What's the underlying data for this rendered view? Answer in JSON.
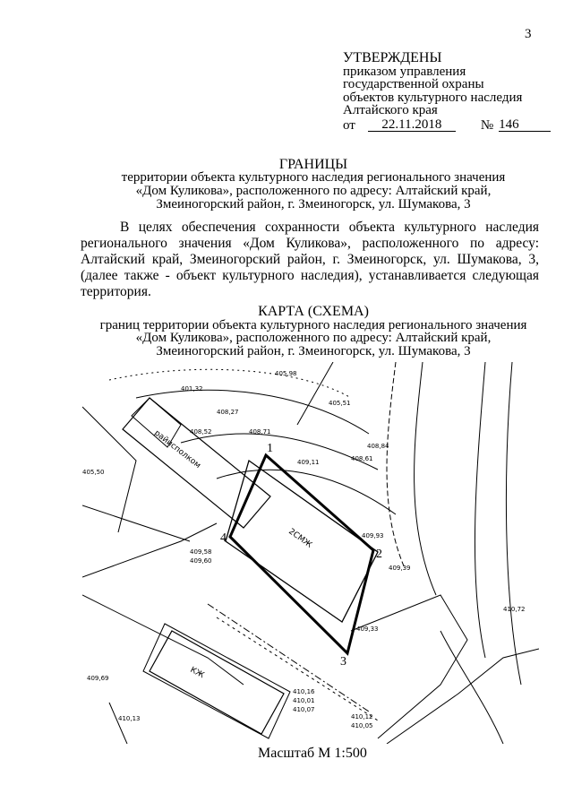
{
  "page_number": "3",
  "approval": {
    "heading": "УТВЕРЖДЕНЫ",
    "lines": [
      "приказом управления",
      "государственной охраны",
      "объектов культурного наследия",
      "Алтайского края"
    ],
    "date_prefix": "от",
    "date": "22.11.2018",
    "number_prefix": "№",
    "number": "146"
  },
  "title": {
    "heading": "ГРАНИЦЫ",
    "lines": [
      "территории объекта культурного наследия регионального значения",
      "«Дом Куликова», расположенного по адресу: Алтайский край,",
      "Змеиногорский район, г. Змеиногорск, ул. Шумакова, 3"
    ]
  },
  "paragraph": "В целях обеспечения сохранности объекта культурного наследия регионального значения «Дом Куликова», расположенного по адресу: Алтайский край, Змеиногорский район, г. Змеиногорск, ул. Шумакова, 3, (далее также - объект культурного наследия), устанавливается следующая территория.",
  "map_title": {
    "heading": "КАРТА (СХЕМА)",
    "lines": [
      "границ территории объекта культурного наследия регионального значения",
      "«Дом Куликова», расположенного по адресу: Алтайский край,",
      "Змеиногорский район, г. Змеиногорск, ул. Шумакова, 3"
    ]
  },
  "map": {
    "points": [
      "1",
      "2",
      "3",
      "4"
    ],
    "elevations": [
      "401,32",
      "408,27",
      "408,52",
      "408,71",
      "405,50",
      "405,98",
      "405,51",
      "409,93",
      "409,11",
      "409,39",
      "409,33",
      "408,61",
      "409,58",
      "409,60",
      "408,84",
      "410,16",
      "410,01",
      "410,07",
      "410,12",
      "410,05",
      "410,13",
      "409,69",
      "410,72"
    ],
    "building_labels": [
      "2СМЖ",
      "райисполком",
      "КЖ"
    ]
  },
  "scale": "Масштаб М 1:500"
}
